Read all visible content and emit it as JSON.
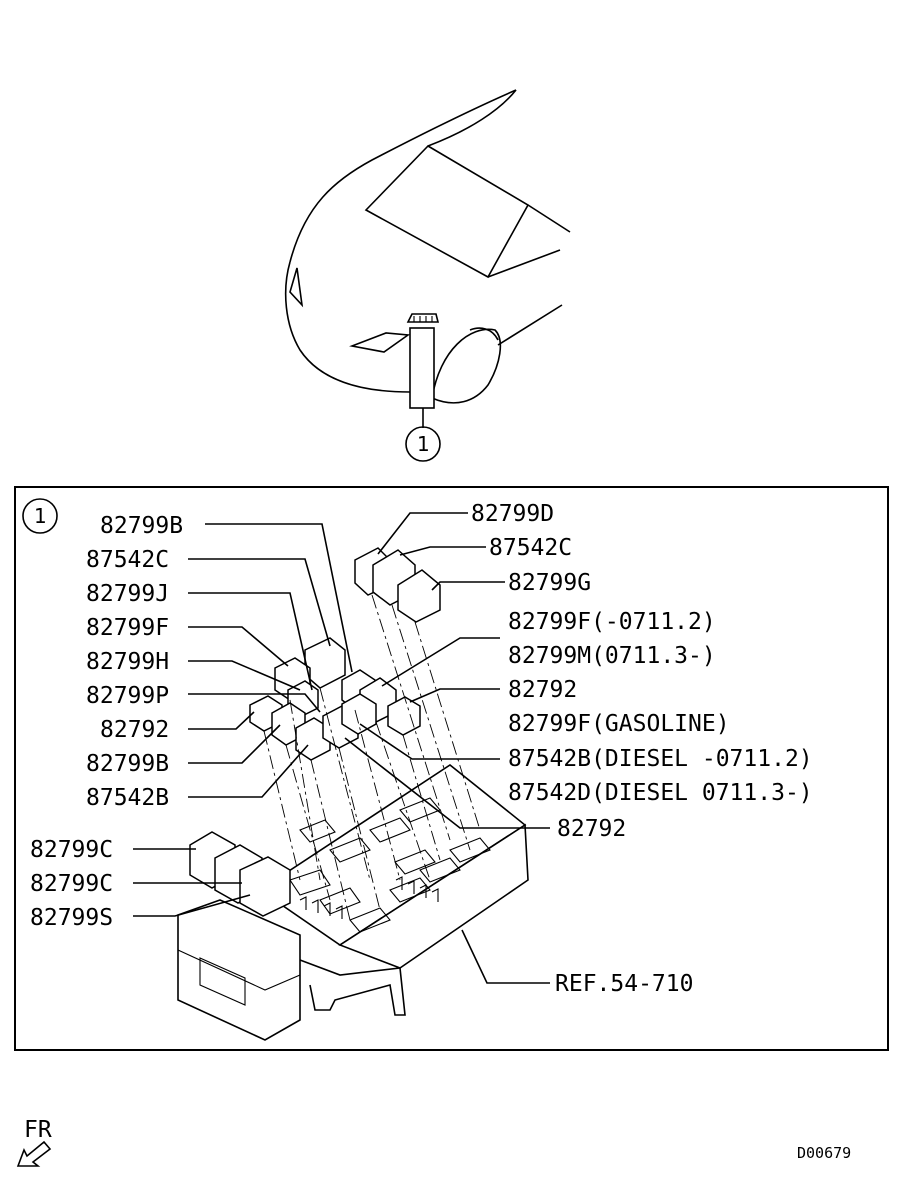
{
  "callout_number": "1",
  "detail_number": "1",
  "labels": {
    "l_82799B_top": "82799B",
    "l_87542C_left": "87542C",
    "l_82799J": "82799J",
    "l_82799F_left": "82799F",
    "l_82799H": "82799H",
    "l_82799P": "82799P",
    "l_82792_left": "82792",
    "l_82799B_low": "82799B",
    "l_87542B_left": "87542B",
    "l_82799C_1": "82799C",
    "l_82799C_2": "82799C",
    "l_82799S": "82799S",
    "l_82799D": "82799D",
    "l_87542C_right": "87542C",
    "l_82799G": "82799G",
    "l_82799F_0711": "82799F(-0711.2)",
    "l_82799M": "82799M(0711.3-)",
    "l_82792_right": "82792",
    "l_82799F_gas": "82799F(GASOLINE)",
    "l_87542B_diesel": "87542B(DIESEL -0711.2)",
    "l_87542D_diesel": "87542D(DIESEL 0711.3-)",
    "l_82792_bottom": "82792",
    "l_ref": "REF.54-710"
  },
  "front_indicator": "FR",
  "drawing_code": "D00679"
}
